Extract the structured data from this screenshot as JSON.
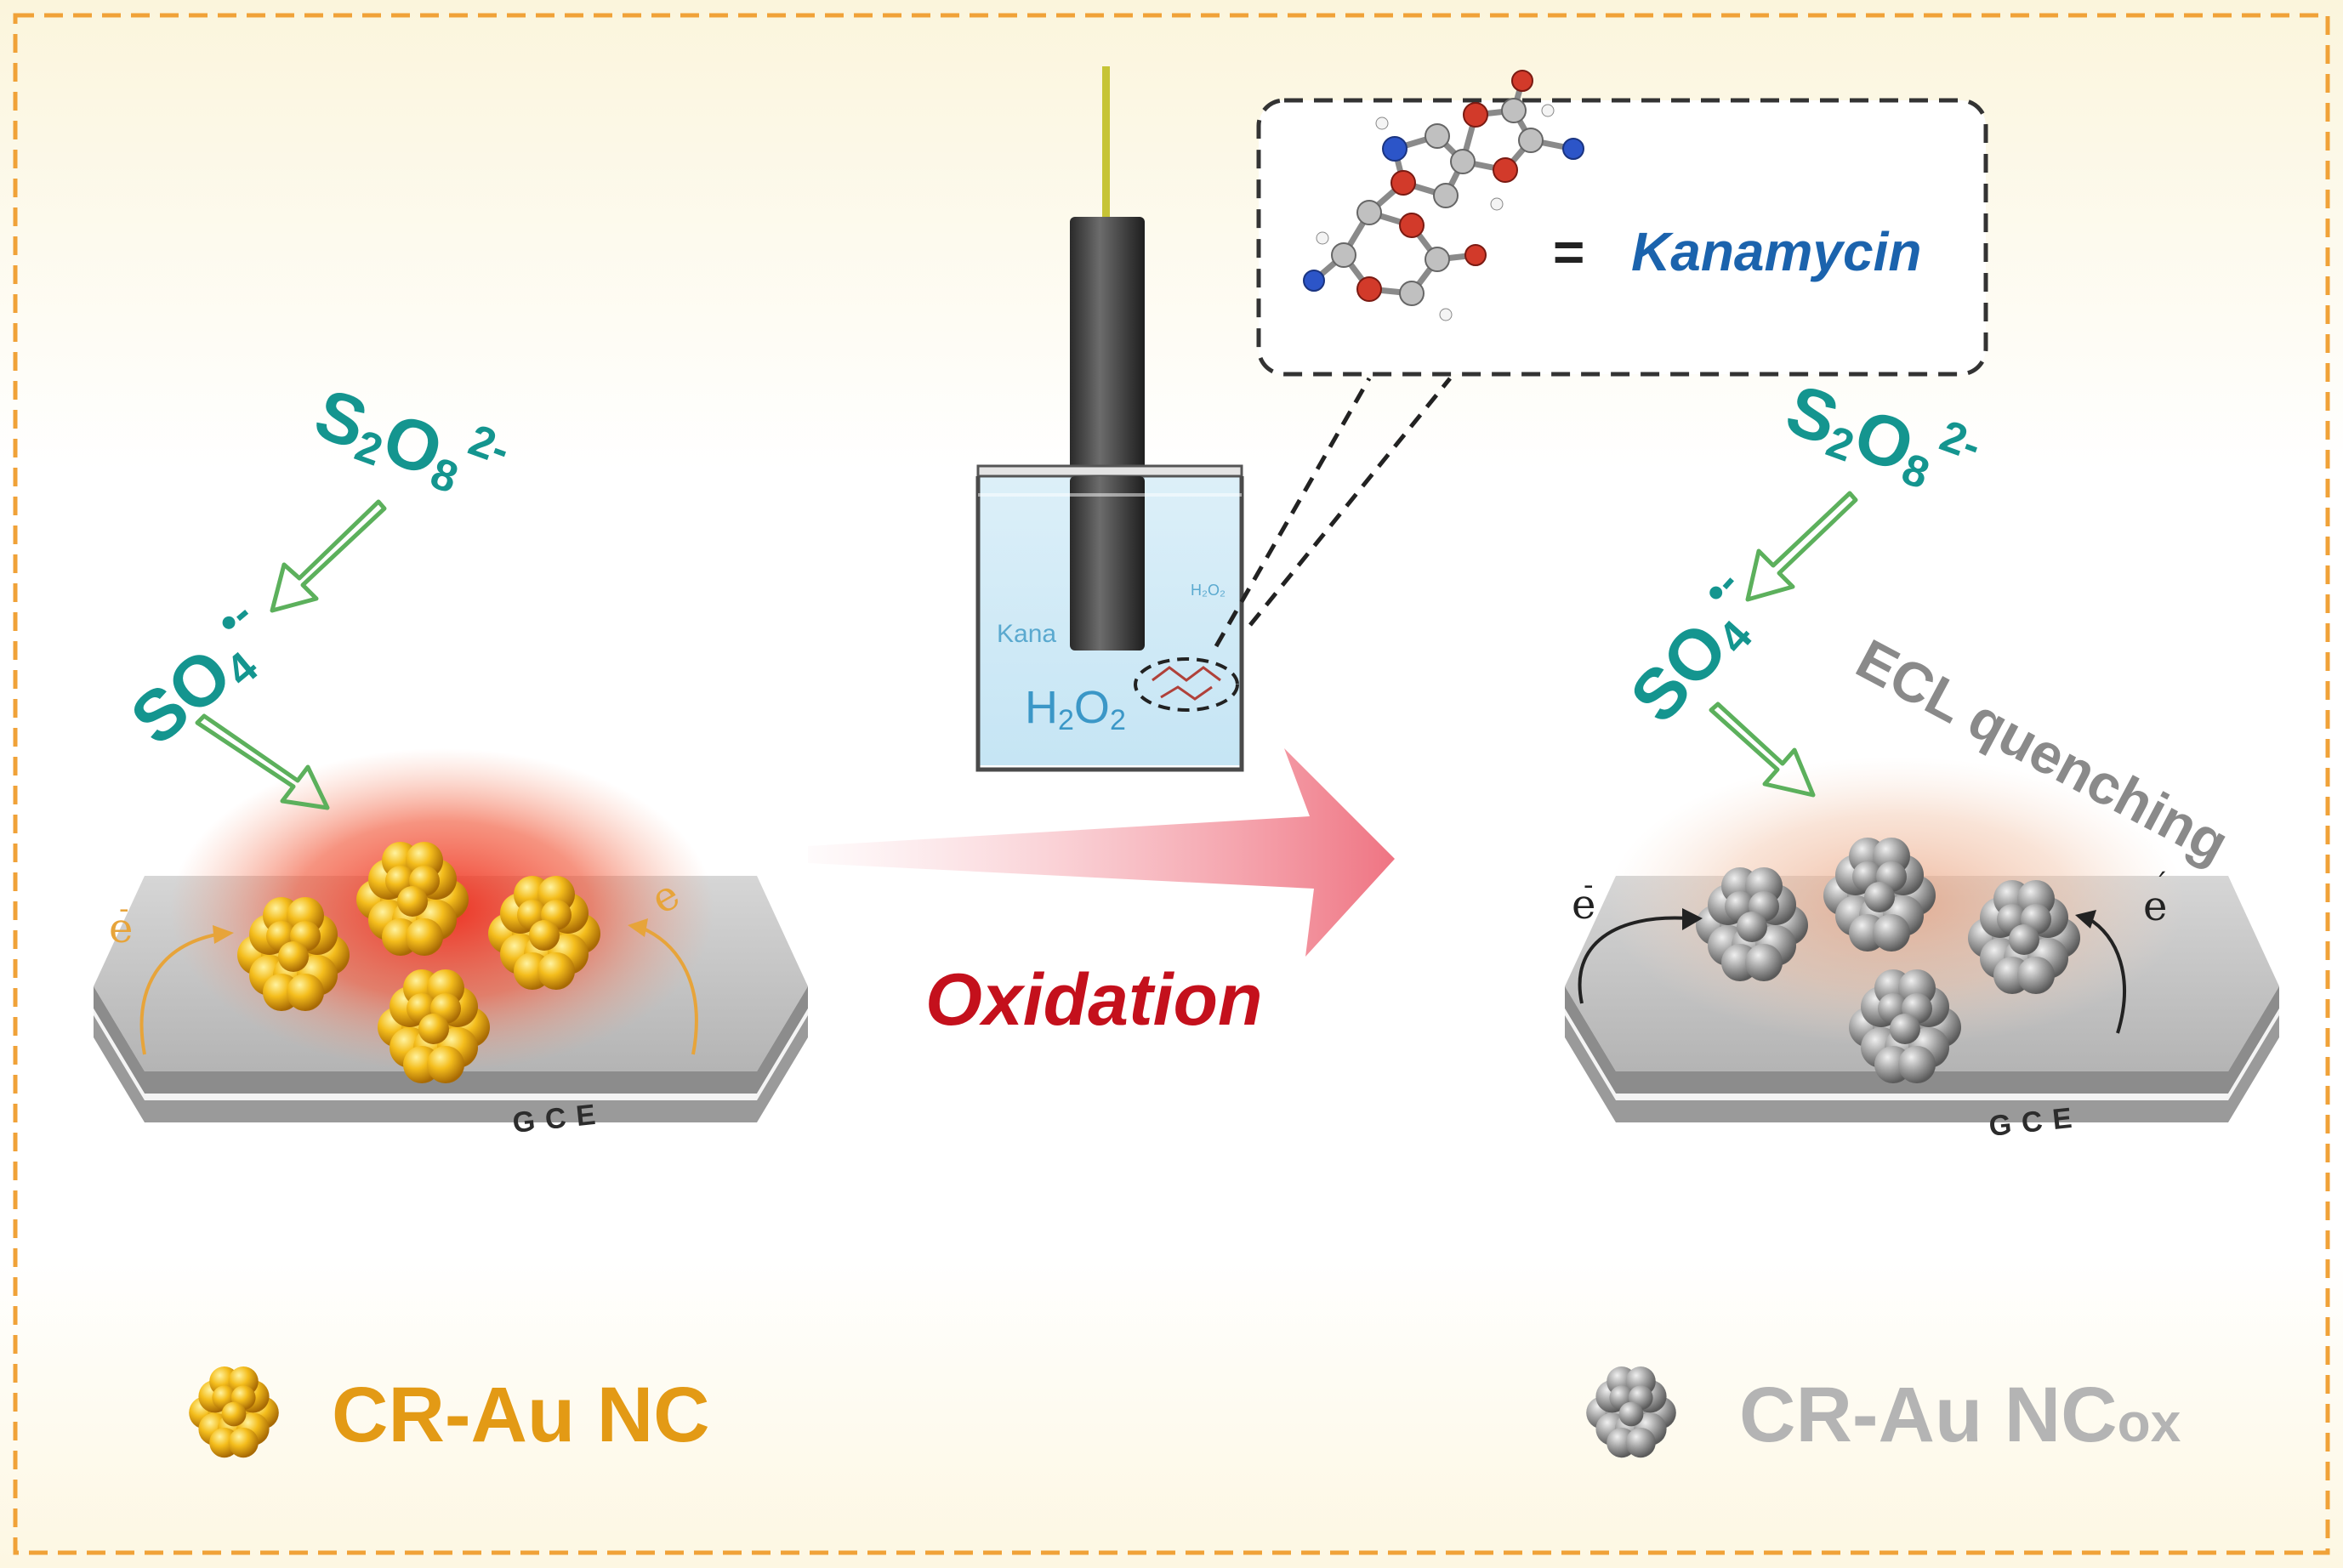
{
  "left": {
    "persulfate": {
      "base": "S",
      "sub": "2",
      "mid": "O",
      "sub2": "8",
      "sup": "2-"
    },
    "radical": {
      "base": "SO",
      "sub": "4",
      "sup": "•-"
    },
    "electrode_label": "GCE",
    "electron_left": "e",
    "electron_right": "e"
  },
  "center": {
    "inset_equals": "=",
    "analyte_name": "Kanamycin",
    "beaker_kana": "Kana",
    "beaker_h2o2_base": "H",
    "beaker_h2o2_sub": "2",
    "beaker_h2o2_o": "O",
    "beaker_h2o2_sub2": "2",
    "beaker_tiny": "H₂O₂",
    "process_label": "Oxidation"
  },
  "right": {
    "persulfate": {
      "base": "S",
      "sub": "2",
      "mid": "O",
      "sub2": "8",
      "sup": "2-"
    },
    "radical": {
      "base": "SO",
      "sub": "4",
      "sup": "•-"
    },
    "quench_label": "ECL  quenching",
    "electrode_label": "GCE",
    "electron_left": "e",
    "electron_right": "e"
  },
  "legend": {
    "au_nc": "CR-Au NC",
    "au_ncox_base": "CR-Au NC",
    "au_ncox_sub": "ox"
  },
  "colors": {
    "frame": "#f0a238",
    "background": "#fffdf3",
    "teal": "#14958f",
    "green_arrow": "#5cb05c",
    "gold": "#e6a612",
    "grey_cluster": "#8e8e8e",
    "glow": "#f03a24",
    "oxidation": "#c4101c",
    "kanamycin": "#1b63ad",
    "legend_gold": "#e39a15",
    "legend_grey": "#b4b4b4",
    "quench_text": "#8a8a8a"
  }
}
